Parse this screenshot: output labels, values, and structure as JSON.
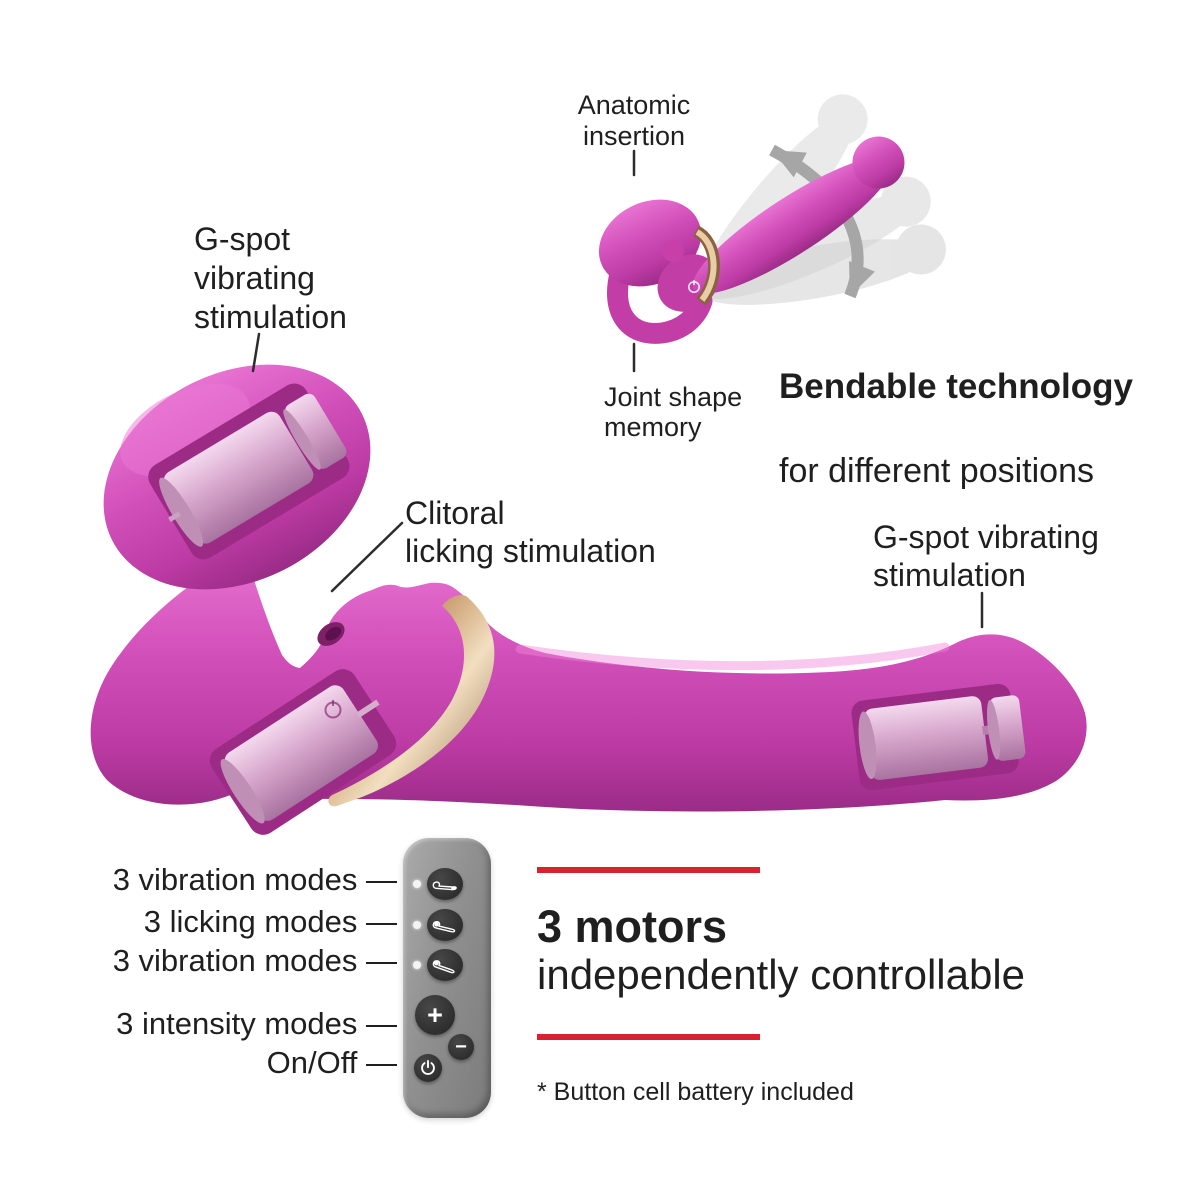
{
  "colors": {
    "accent_red": "#d8232e",
    "product_pink": "#cf4cb6",
    "motor_pink": "#d7a6cc",
    "gold": "#c89a6b",
    "remote_gray": "#8f8f8f",
    "text": "#1f1f1f"
  },
  "top": {
    "anatomic_label": "Anatomic\ninsertion",
    "joint_label": "Joint shape\nmemory",
    "bendable_title": "Bendable technology",
    "bendable_subtitle": "for different positions"
  },
  "product": {
    "left_label": "G-spot\nvibrating\nstimulation",
    "clitoral_label": "Clitoral\nlicking stimulation",
    "right_label": "G-spot vibrating\nstimulation"
  },
  "remote": {
    "labels": [
      "3 vibration modes —",
      "3 licking modes —",
      "3 vibration modes —",
      "3 intensity modes —",
      "On/Off —"
    ],
    "plus_label": "+",
    "minus_label": "−"
  },
  "motors": {
    "title": "3 motors",
    "subtitle": "independently controllable",
    "footnote": "* Button cell battery included"
  }
}
